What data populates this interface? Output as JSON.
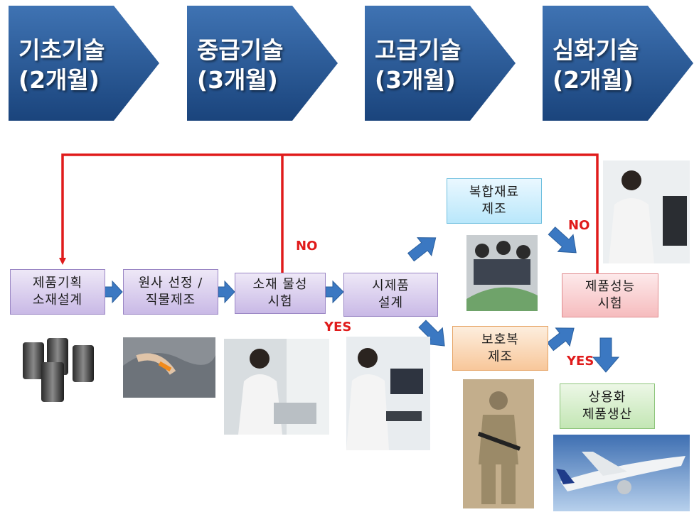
{
  "stages": [
    {
      "name": "기초기술",
      "duration": "(2개월)"
    },
    {
      "name": "중급기술",
      "duration": "(3개월)"
    },
    {
      "name": "고급기술",
      "duration": "(3개월)"
    },
    {
      "name": "심화기술",
      "duration": "(2개월)"
    }
  ],
  "process": {
    "planning": [
      "제품기획",
      "소재설계"
    ],
    "yarn": [
      "원사 선정 /",
      "직물제조"
    ],
    "material_test": [
      "소재 물성",
      "시험"
    ],
    "prototype": [
      "시제품",
      "설계"
    ],
    "composite": [
      "복합재료",
      "제조"
    ],
    "protective": [
      "보호복",
      "제조"
    ],
    "performance_test": [
      "제품성능",
      "시험"
    ],
    "commercial": [
      "상용화",
      "제품생산"
    ]
  },
  "labels": {
    "no_1": "NO",
    "no_2": "NO",
    "yes_1": "YES",
    "yes_2": "YES"
  },
  "colors": {
    "stage_blue": "#1f4f8c",
    "loop_red": "#e01b1b",
    "flow_arrow_blue": "#3b78c2"
  }
}
